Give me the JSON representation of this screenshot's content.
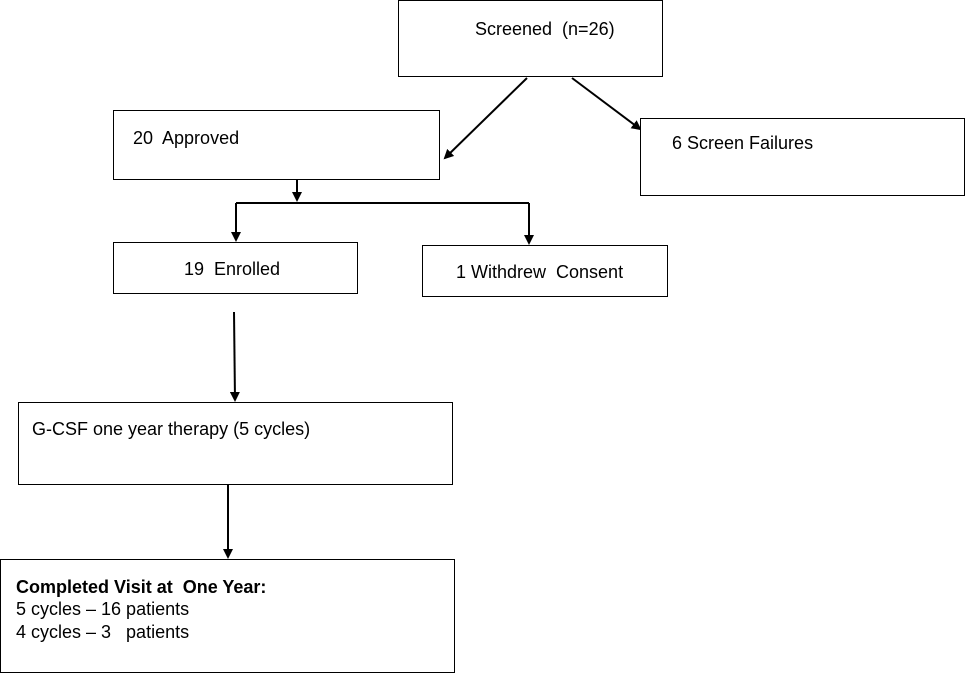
{
  "nodes": {
    "screened": "Screened  (n=26)",
    "approved": "20  Approved",
    "screen_failures": "6 Screen Failures",
    "enrolled": "19  Enrolled",
    "withdrew": "1 Withdrew  Consent",
    "therapy": "G-CSF one year therapy (5 cycles)",
    "completed": {
      "title": "Completed Visit at  One Year:",
      "line1": "5 cycles – 16 patients",
      "line2": "4 cycles – 3   patients"
    }
  }
}
